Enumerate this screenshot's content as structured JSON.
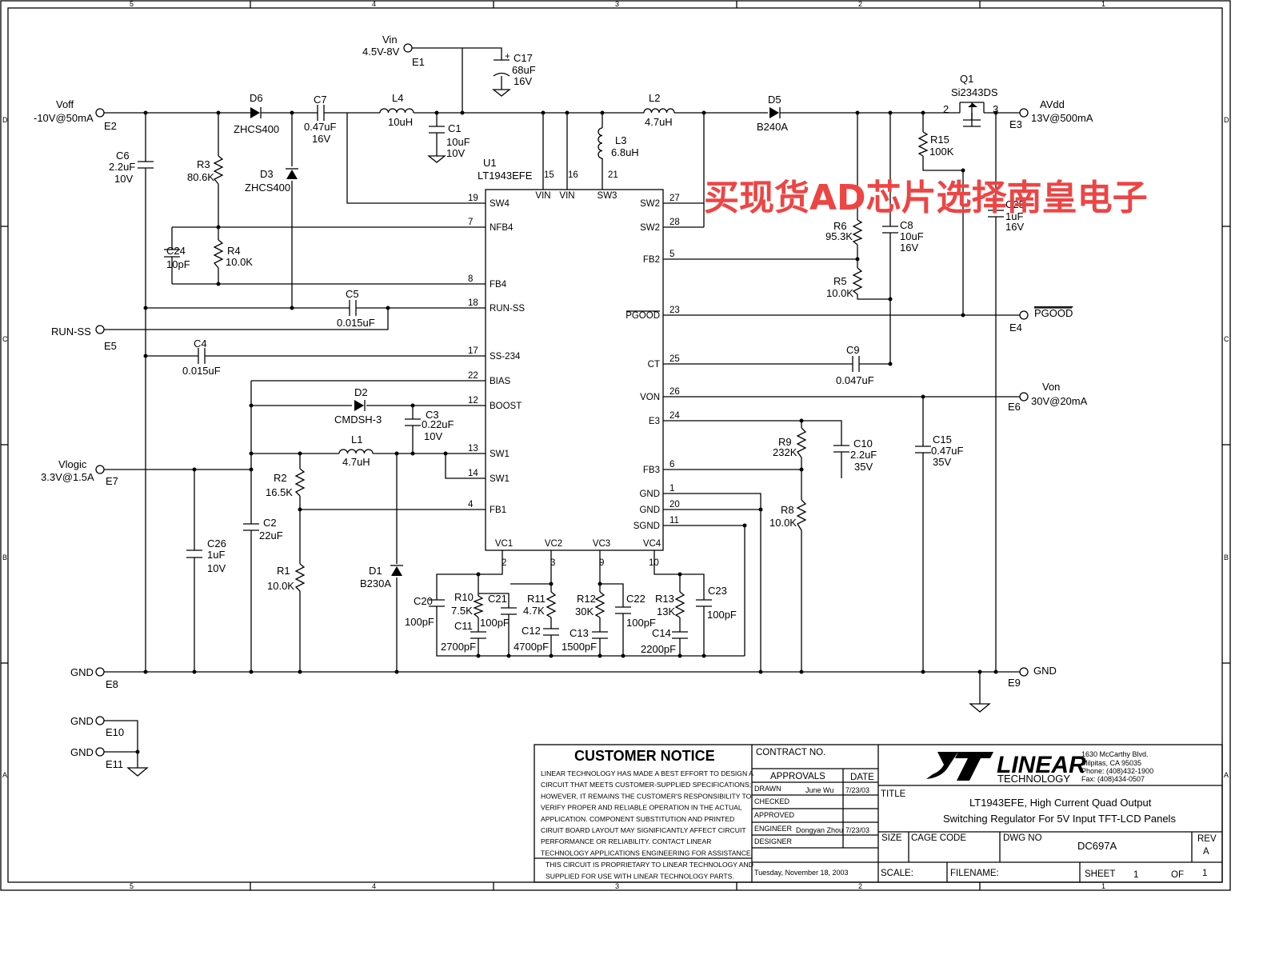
{
  "border": {
    "top_numbers": [
      "5",
      "4",
      "3",
      "2",
      "1"
    ],
    "side_letters": [
      "D",
      "C",
      "B",
      "A"
    ]
  },
  "terminals": {
    "vin": {
      "name": "Vin",
      "value": "4.5V-8V",
      "id": "E1"
    },
    "voff": {
      "name": "Voff",
      "value": "-10V@50mA",
      "id": "E2"
    },
    "avdd": {
      "name": "AVdd",
      "value": "13V@500mA",
      "id": "E3"
    },
    "pgood": {
      "name": "PGOOD",
      "id": "E4"
    },
    "run_ss": {
      "name": "RUN-SS",
      "id": "E5"
    },
    "von": {
      "name": "Von",
      "value": "30V@20mA",
      "id": "E6"
    },
    "vlogic": {
      "name": "Vlogic",
      "value": "3.3V@1.5A",
      "id": "E7"
    },
    "gnd_e8": {
      "name": "GND",
      "id": "E8"
    },
    "gnd_e9": {
      "name": "GND",
      "id": "E9"
    },
    "gnd_e10": {
      "name": "GND",
      "id": "E10"
    },
    "gnd_e11": {
      "name": "GND",
      "id": "E11"
    }
  },
  "components": {
    "C17": {
      "ref": "C17",
      "v1": "68uF",
      "v2": "16V"
    },
    "D6": {
      "ref": "D6",
      "v1": "ZHCS400"
    },
    "C7": {
      "ref": "C7",
      "v1": "0.47uF",
      "v2": "16V"
    },
    "L4": {
      "ref": "L4",
      "v1": "10uH"
    },
    "C1": {
      "ref": "C1",
      "v1": "10uF",
      "v2": "10V"
    },
    "L2": {
      "ref": "L2",
      "v1": "4.7uH"
    },
    "D5": {
      "ref": "D5",
      "v1": "B240A"
    },
    "Q1": {
      "ref": "Q1",
      "v1": "Si2343DS"
    },
    "C6": {
      "ref": "C6",
      "v1": "2.2uF",
      "v2": "10V"
    },
    "R3": {
      "ref": "R3",
      "v1": "80.6K"
    },
    "D3": {
      "ref": "D3",
      "v1": "ZHCS400"
    },
    "L3": {
      "ref": "L3",
      "v1": "6.8uH"
    },
    "R15": {
      "ref": "R15",
      "v1": "100K"
    },
    "U1": {
      "ref": "U1",
      "v1": "LT1943EFE"
    },
    "C25": {
      "ref": "C25",
      "v1": "1uF",
      "v2": "16V"
    },
    "C24": {
      "ref": "C24",
      "v1": "10pF"
    },
    "R4": {
      "ref": "R4",
      "v1": "10.0K"
    },
    "R6": {
      "ref": "R6",
      "v1": "95.3K"
    },
    "C8": {
      "ref": "C8",
      "v1": "10uF",
      "v2": "16V"
    },
    "R5": {
      "ref": "R5",
      "v1": "10.0K"
    },
    "C5": {
      "ref": "C5",
      "v1": "0.015uF"
    },
    "C4": {
      "ref": "C4",
      "v1": "0.015uF"
    },
    "C9": {
      "ref": "C9",
      "v1": "0.047uF"
    },
    "D2": {
      "ref": "D2",
      "v1": "CMDSH-3"
    },
    "C3": {
      "ref": "C3",
      "v1": "0.22uF",
      "v2": "10V"
    },
    "L1": {
      "ref": "L1",
      "v1": "4.7uH"
    },
    "R9": {
      "ref": "R9",
      "v1": "232K"
    },
    "C10": {
      "ref": "C10",
      "v1": "2.2uF",
      "v2": "35V"
    },
    "C15": {
      "ref": "C15",
      "v1": "0.47uF",
      "v2": "35V"
    },
    "R2": {
      "ref": "R2",
      "v1": "16.5K"
    },
    "C2": {
      "ref": "C2",
      "v1": "22uF"
    },
    "R8": {
      "ref": "R8",
      "v1": "10.0K"
    },
    "C26": {
      "ref": "C26",
      "v1": "1uF",
      "v2": "10V"
    },
    "R1": {
      "ref": "R1",
      "v1": "10.0K"
    },
    "D1": {
      "ref": "D1",
      "v1": "B230A"
    },
    "C20": {
      "ref": "C20",
      "v1": "100pF"
    },
    "R10": {
      "ref": "R10",
      "v1": "7.5K"
    },
    "C11": {
      "ref": "C11",
      "v1": "2700pF"
    },
    "C21": {
      "ref": "C21",
      "v1": "100pF"
    },
    "R11": {
      "ref": "R11",
      "v1": "4.7K"
    },
    "C12": {
      "ref": "C12",
      "v1": "4700pF"
    },
    "R12": {
      "ref": "R12",
      "v1": "30K"
    },
    "C13": {
      "ref": "C13",
      "v1": "1500pF"
    },
    "C22": {
      "ref": "C22",
      "v1": "100pF"
    },
    "R13": {
      "ref": "R13",
      "v1": "13K"
    },
    "C14": {
      "ref": "C14",
      "v1": "2200pF"
    },
    "C23": {
      "ref": "C23",
      "v1": "100pF"
    }
  },
  "ic": {
    "pins_left": [
      {
        "num": "19",
        "name": "SW4"
      },
      {
        "num": "7",
        "name": "NFB4"
      },
      {
        "num": "8",
        "name": "FB4"
      },
      {
        "num": "18",
        "name": "RUN-SS"
      },
      {
        "num": "17",
        "name": "SS-234"
      },
      {
        "num": "22",
        "name": "BIAS"
      },
      {
        "num": "12",
        "name": "BOOST"
      },
      {
        "num": "13",
        "name": "SW1"
      },
      {
        "num": "14",
        "name": "SW1"
      },
      {
        "num": "4",
        "name": "FB1"
      }
    ],
    "pins_right": [
      {
        "num": "27",
        "name": "SW2"
      },
      {
        "num": "28",
        "name": "SW2"
      },
      {
        "num": "5",
        "name": "FB2"
      },
      {
        "num": "23",
        "name": "PGOOD"
      },
      {
        "num": "25",
        "name": "CT"
      },
      {
        "num": "26",
        "name": "VON"
      },
      {
        "num": "24",
        "name": "E3"
      },
      {
        "num": "6",
        "name": "FB3"
      },
      {
        "num": "1",
        "name": "GND"
      },
      {
        "num": "20",
        "name": "GND"
      },
      {
        "num": "11",
        "name": "SGND"
      }
    ],
    "pins_top": [
      {
        "num": "15",
        "name": "VIN"
      },
      {
        "num": "16",
        "name": "VIN"
      },
      {
        "num": "21",
        "name": "SW3"
      }
    ],
    "pins_bottom": [
      {
        "num": "2",
        "name": "VC1"
      },
      {
        "num": "3",
        "name": "VC2"
      },
      {
        "num": "9",
        "name": "VC3"
      },
      {
        "num": "10",
        "name": "VC4"
      }
    ],
    "q1_pin2": "2",
    "q1_pin3": "3"
  },
  "watermark": "买现货AD芯片选择南皇电子",
  "title_block": {
    "notice_title": "CUSTOMER NOTICE",
    "notice_lines": [
      "LINEAR TECHNOLOGY HAS MADE A BEST EFFORT TO DESIGN A",
      "CIRCUIT  THAT MEETS CUSTOMER-SUPPLIED SPECIFICATIONS;",
      "HOWEVER, IT REMAINS THE CUSTOMER'S RESPONSIBILITY TO",
      "VERIFY PROPER AND RELIABLE OPERATION IN THE ACTUAL",
      "APPLICATION.  COMPONENT SUBSTITUTION AND PRINTED",
      "CIRUIT BOARD LAYOUT MAY SIGNIFICANTLY AFFECT CIRCUIT",
      "PERFORMANCE OR RELIABILITY.  CONTACT LINEAR",
      "TECHNOLOGY APPLICATIONS ENGINEERING FOR ASSISTANCE."
    ],
    "proprietary_lines": [
      "THIS CIRCUIT IS PROPRIETARY TO LINEAR TECHNOLOGY AND",
      "SUPPLIED FOR USE WITH LINEAR TECHNOLOGY PARTS."
    ],
    "contract_no": "CONTRACT NO.",
    "approvals": "APPROVALS",
    "date": "DATE",
    "drawn": "DRAWN",
    "drawn_by": "June Wu",
    "drawn_date": "7/23/03",
    "checked": "CHECKED",
    "approved": "APPROVED",
    "engineer": "ENGINEER",
    "engineer_name": "Dongyan Zhou",
    "engineer_date": "7/23/03",
    "designer": "DESIGNER",
    "print_date": "Tuesday, November 18, 2003",
    "logo_main": "LINEAR",
    "logo_sub": "TECHNOLOGY",
    "address": [
      "1630 McCarthy Blvd.",
      "Milpitas, CA 95035",
      "Phone: (408)432-1900",
      "Fax: (408)434-0507"
    ],
    "title_label": "TITLE",
    "title_line1": "LT1943EFE, High Current Quad Output",
    "title_line2": "Switching Regulator For 5V Input TFT-LCD Panels",
    "size": "SIZE",
    "cage_code": "CAGE CODE",
    "dwg_no": "DWG NO",
    "dwg_value": "DC697A",
    "rev": "REV",
    "rev_value": "A",
    "scale": "SCALE:",
    "filename": "FILENAME:",
    "sheet": "SHEET",
    "sheet_num": "1",
    "of": "OF",
    "of_num": "1"
  }
}
